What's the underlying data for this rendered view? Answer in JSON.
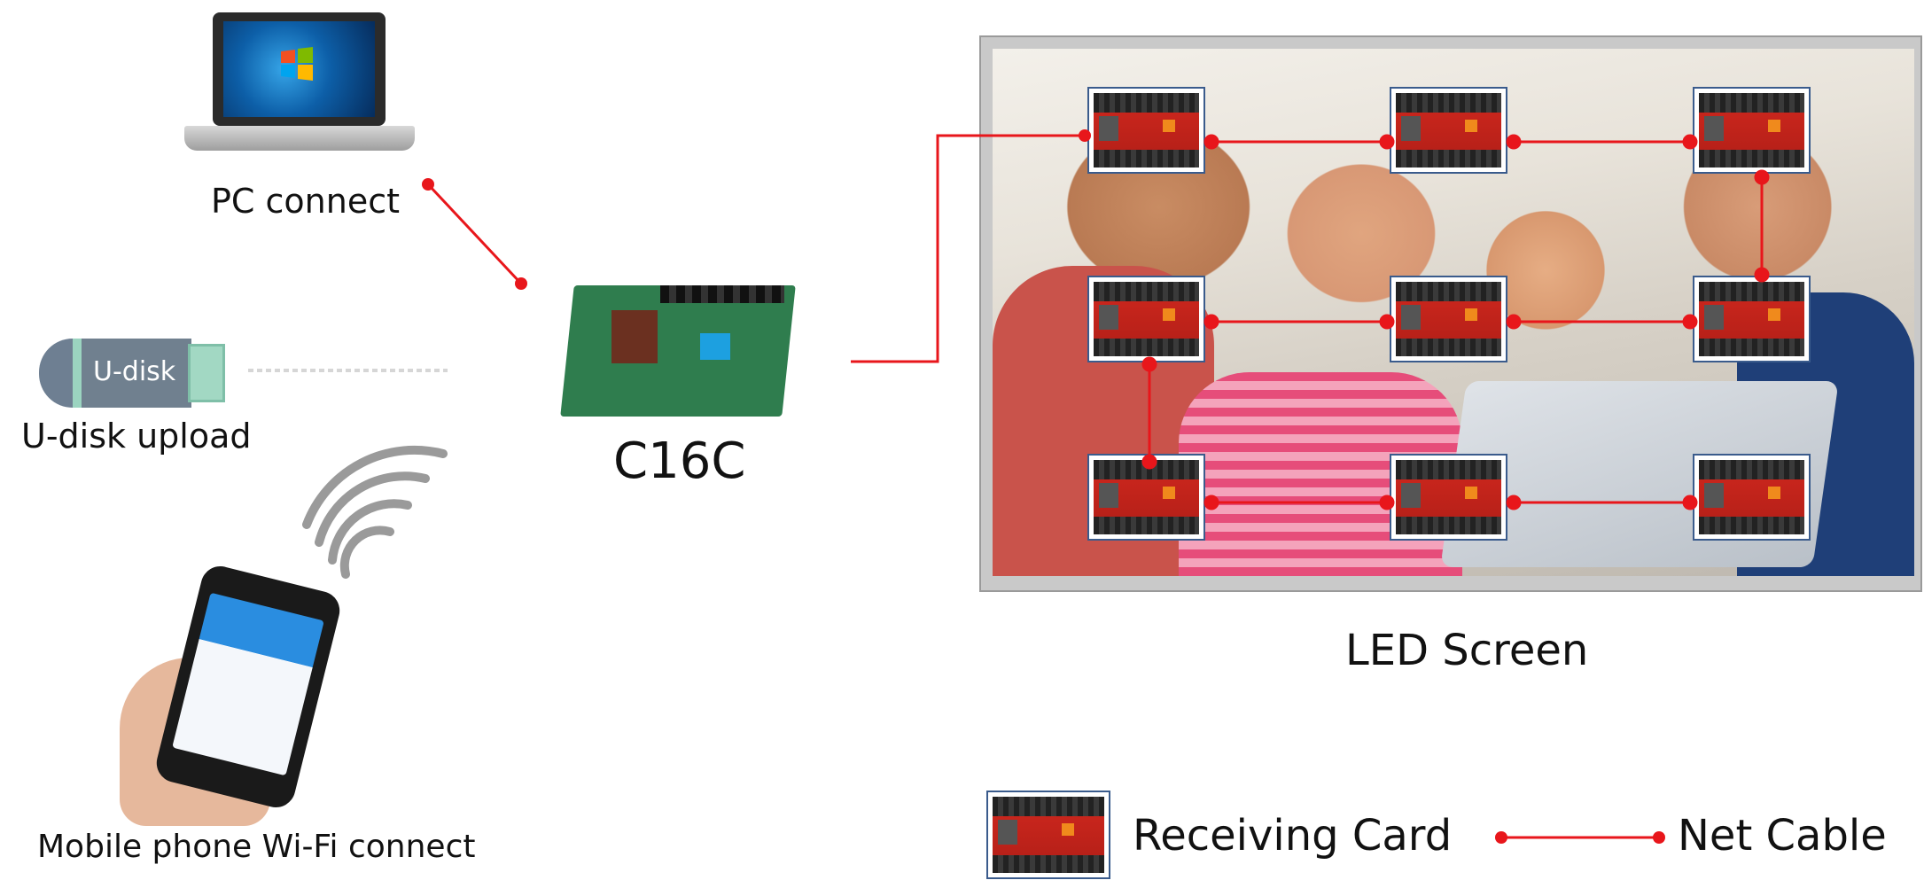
{
  "labels": {
    "pc": "PC connect",
    "udisk_upload": "U-disk upload",
    "udisk_device": "U-disk",
    "mobile": "Mobile phone Wi-Fi connect",
    "controller": "C16C",
    "screen": "LED Screen"
  },
  "legend": {
    "receiving_card": "Receiving Card",
    "net_cable": "Net Cable"
  },
  "colors": {
    "net_cable": "#e8161b",
    "card_border": "#3a5b8c",
    "usb_accent": "#a2d8c3"
  },
  "icons": [
    "laptop-icon",
    "windows-logo-icon",
    "usb-drive-icon",
    "wifi-signal-icon",
    "smartphone-icon",
    "controller-board-icon",
    "receiving-card-icon"
  ]
}
